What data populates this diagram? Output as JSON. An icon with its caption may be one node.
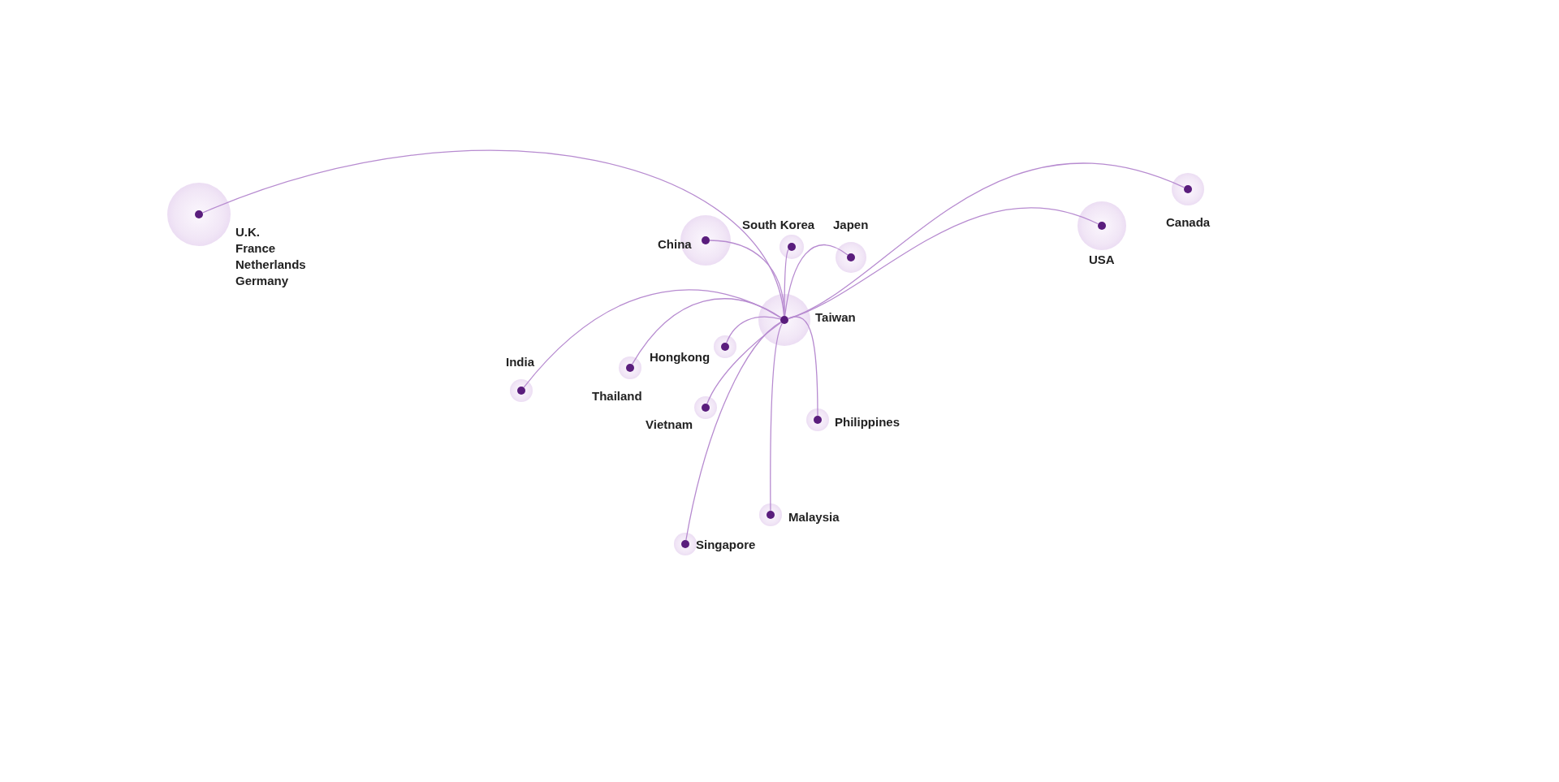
{
  "diagram": {
    "nodes": [
      {
        "text": [
          "U.K.",
          "France",
          "Netherlands",
          "Germany"
        ]
      },
      {
        "text": [
          "Canada"
        ]
      },
      {
        "text": [
          "USA"
        ]
      },
      {
        "text": [
          "China"
        ]
      },
      {
        "text": [
          "South Korea"
        ]
      },
      {
        "text": [
          "Japen"
        ]
      },
      {
        "text": [
          "Taiwan"
        ]
      },
      {
        "text": [
          "Hongkong"
        ]
      },
      {
        "text": [
          "India"
        ]
      },
      {
        "text": [
          "Thailand"
        ]
      },
      {
        "text": [
          "Vietnam"
        ]
      },
      {
        "text": [
          "Philippines"
        ]
      },
      {
        "text": [
          "Malaysia"
        ]
      },
      {
        "text": [
          "Singapore"
        ]
      }
    ],
    "edges": [
      {
        "from": 6,
        "to": 0,
        "arrow": "none"
      },
      {
        "from": 6,
        "to": 1,
        "arrow": "none"
      },
      {
        "from": 6,
        "to": 2,
        "arrow": "none"
      },
      {
        "from": 6,
        "to": 3,
        "arrow": "none"
      },
      {
        "from": 6,
        "to": 4,
        "arrow": "none"
      },
      {
        "from": 6,
        "to": 5,
        "arrow": "none"
      },
      {
        "from": 6,
        "to": 7,
        "arrow": "none"
      },
      {
        "from": 6,
        "to": 8,
        "arrow": "none"
      },
      {
        "from": 6,
        "to": 9,
        "arrow": "none"
      },
      {
        "from": 6,
        "to": 10,
        "arrow": "none"
      },
      {
        "from": 6,
        "to": 11,
        "arrow": "none"
      },
      {
        "from": 6,
        "to": 12,
        "arrow": "none"
      },
      {
        "from": 6,
        "to": 13,
        "arrow": "none"
      }
    ]
  }
}
